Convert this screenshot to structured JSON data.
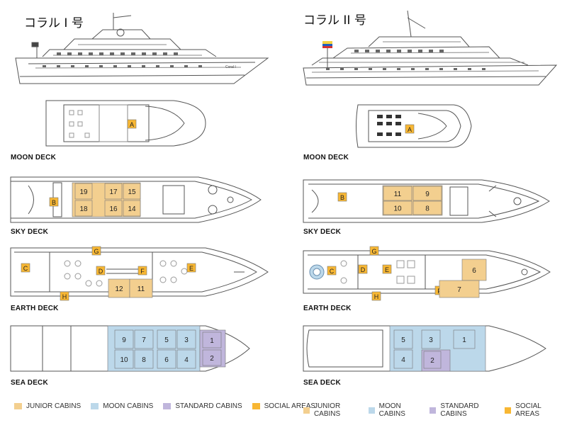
{
  "ships": [
    {
      "title": "コラル I 号",
      "hull_name": "Coral I",
      "decks": [
        {
          "label": "MOON DECK"
        },
        {
          "label": "SKY DECK"
        },
        {
          "label": "EARTH DECK"
        },
        {
          "label": "SEA DECK"
        }
      ],
      "moon_areas": [
        "A"
      ],
      "sky_areas": [
        "B"
      ],
      "sky_cabins": [
        "19",
        "17",
        "15",
        "18",
        "16",
        "14"
      ],
      "earth_areas": [
        "C",
        "D",
        "E",
        "F",
        "G",
        "H"
      ],
      "earth_cabins": [
        "12",
        "11"
      ],
      "sea_moon_cabins": [
        "9",
        "7",
        "5",
        "3",
        "10",
        "8",
        "6",
        "4"
      ],
      "sea_standard_cabins": [
        "1",
        "2"
      ]
    },
    {
      "title": "コラル II 号",
      "decks": [
        {
          "label": "MOON DECK"
        },
        {
          "label": "SKY DECK"
        },
        {
          "label": "EARTH DECK"
        },
        {
          "label": "SEA DECK"
        }
      ],
      "moon_areas": [
        "A"
      ],
      "sky_areas": [
        "B"
      ],
      "sky_cabins": [
        "11",
        "9",
        "10",
        "8"
      ],
      "earth_areas": [
        "G",
        "C",
        "D",
        "E",
        "F",
        "H"
      ],
      "earth_cabins": [
        "6",
        "7"
      ],
      "sea_moon_cabins": [
        "5",
        "3",
        "1",
        "4"
      ],
      "sea_standard_cabins": [
        "2"
      ]
    }
  ],
  "legend": [
    {
      "label": "JUNIOR CABINS",
      "color": "#f3cf8f"
    },
    {
      "label": "MOON CABINS",
      "color": "#bcd8ea"
    },
    {
      "label": "STANDARD CABINS",
      "color": "#c0b6dc"
    },
    {
      "label": "SOCIAL AREAS",
      "color": "#f8b733"
    }
  ],
  "colors": {
    "junior": "#f3cf8f",
    "moon": "#bcd8ea",
    "standard": "#c0b6dc",
    "social": "#f8b733",
    "outline": "#555555"
  }
}
